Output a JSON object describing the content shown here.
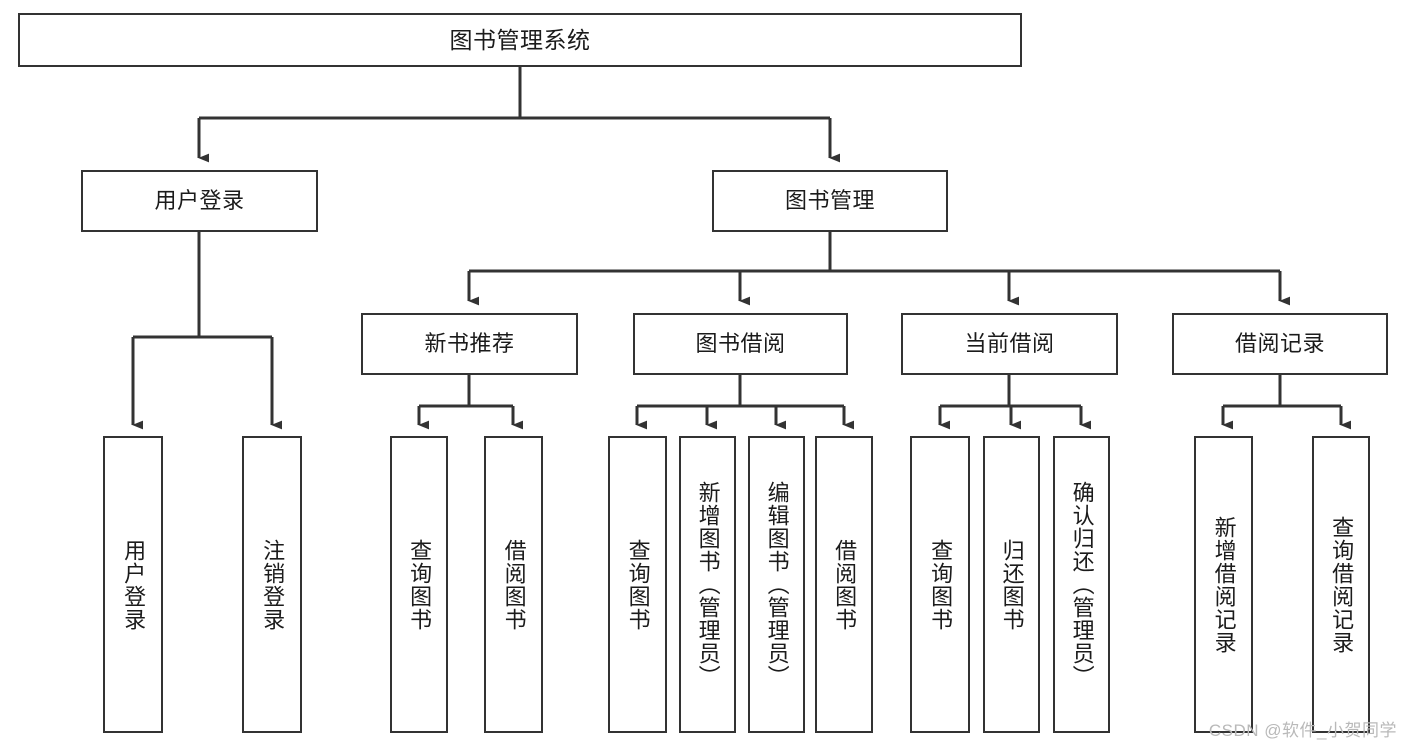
{
  "diagram": {
    "type": "hierarchy-tree",
    "title": "图书管理系统",
    "colors": {
      "box_border": "#333333",
      "box_fill": "#ffffff",
      "connector": "#333333",
      "text": "#1b1b1b",
      "watermark": "#b9b9b9"
    },
    "levels": {
      "root": {
        "label": "图书管理系统"
      },
      "level2": [
        {
          "id": "user-login",
          "label": "用户登录"
        },
        {
          "id": "book-management",
          "label": "图书管理"
        }
      ],
      "level3": [
        {
          "id": "new-book-recommend",
          "label": "新书推荐",
          "parent": "book-management"
        },
        {
          "id": "book-borrow",
          "label": "图书借阅",
          "parent": "book-management"
        },
        {
          "id": "current-borrow",
          "label": "当前借阅",
          "parent": "book-management"
        },
        {
          "id": "borrow-record",
          "label": "借阅记录",
          "parent": "book-management"
        }
      ],
      "leaves": [
        {
          "id": "leaf-user-login",
          "label": "用户登录",
          "parent": "user-login"
        },
        {
          "id": "leaf-logout-login",
          "label": "注销登录",
          "parent": "user-login"
        },
        {
          "id": "leaf-query-book-1",
          "label": "查询图书",
          "parent": "new-book-recommend"
        },
        {
          "id": "leaf-borrow-book-1",
          "label": "借阅图书",
          "parent": "new-book-recommend"
        },
        {
          "id": "leaf-query-book-2",
          "label": "查询图书",
          "parent": "book-borrow"
        },
        {
          "id": "leaf-add-book",
          "label": "新增图书（管理员）",
          "parent": "book-borrow"
        },
        {
          "id": "leaf-edit-book",
          "label": "编辑图书（管理员）",
          "parent": "book-borrow"
        },
        {
          "id": "leaf-borrow-book-2",
          "label": "借阅图书",
          "parent": "book-borrow"
        },
        {
          "id": "leaf-query-book-3",
          "label": "查询图书",
          "parent": "current-borrow"
        },
        {
          "id": "leaf-return-book",
          "label": "归还图书",
          "parent": "current-borrow"
        },
        {
          "id": "leaf-confirm-return",
          "label": "确认归还（管理员）",
          "parent": "current-borrow"
        },
        {
          "id": "leaf-add-record",
          "label": "新增借阅记录",
          "parent": "borrow-record"
        },
        {
          "id": "leaf-query-record",
          "label": "查询借阅记录",
          "parent": "borrow-record"
        }
      ]
    },
    "watermark": "CSDN @软件_小贺同学"
  }
}
